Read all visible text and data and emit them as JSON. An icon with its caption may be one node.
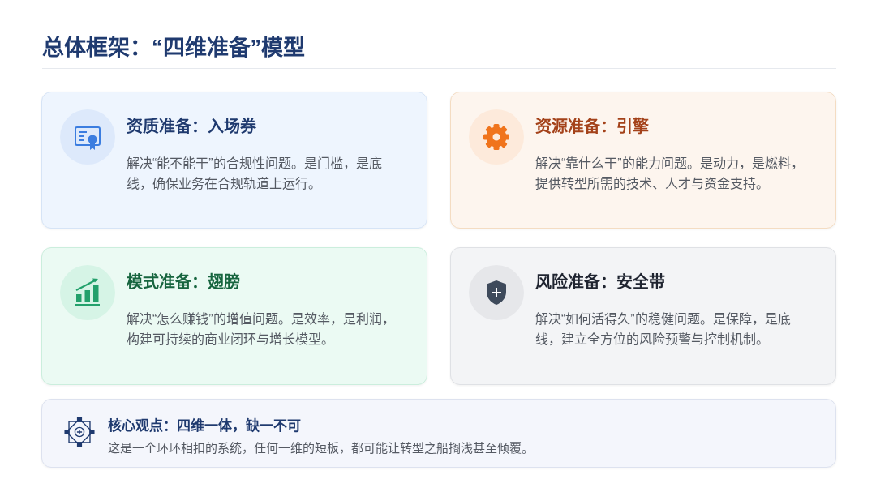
{
  "diagram": {
    "title": "总体框架：“四维准备”模型",
    "nodes": [
      {
        "text": [
          "资质准备：入场券",
          "解决“能不能干”的合规性问题。是门槛，是底线，确保业务在合规轨道上运行。"
        ]
      },
      {
        "text": [
          "资源准备：引擎",
          "解决“靠什么干”的能力问题。是动力，是燃料，提供转型所需的技术、人才与资金支持。"
        ]
      },
      {
        "text": [
          "模式准备：翅膀",
          "解决“怎么赚钱”的增值问题。是效率，是利润，构建可持续的商业闭环与增长模型。"
        ]
      },
      {
        "text": [
          "风险准备：安全带",
          "解决“如何活得久”的稳健问题。是保障，是底线，建立全方位的风险预警与控制机制。"
        ]
      },
      {
        "text": [
          "核心观点：四维一体，缺一不可",
          "这是一个环环相扣的系统，任何一维的短板，都可能让转型之船搁浅甚至倾覆。"
        ]
      }
    ]
  }
}
